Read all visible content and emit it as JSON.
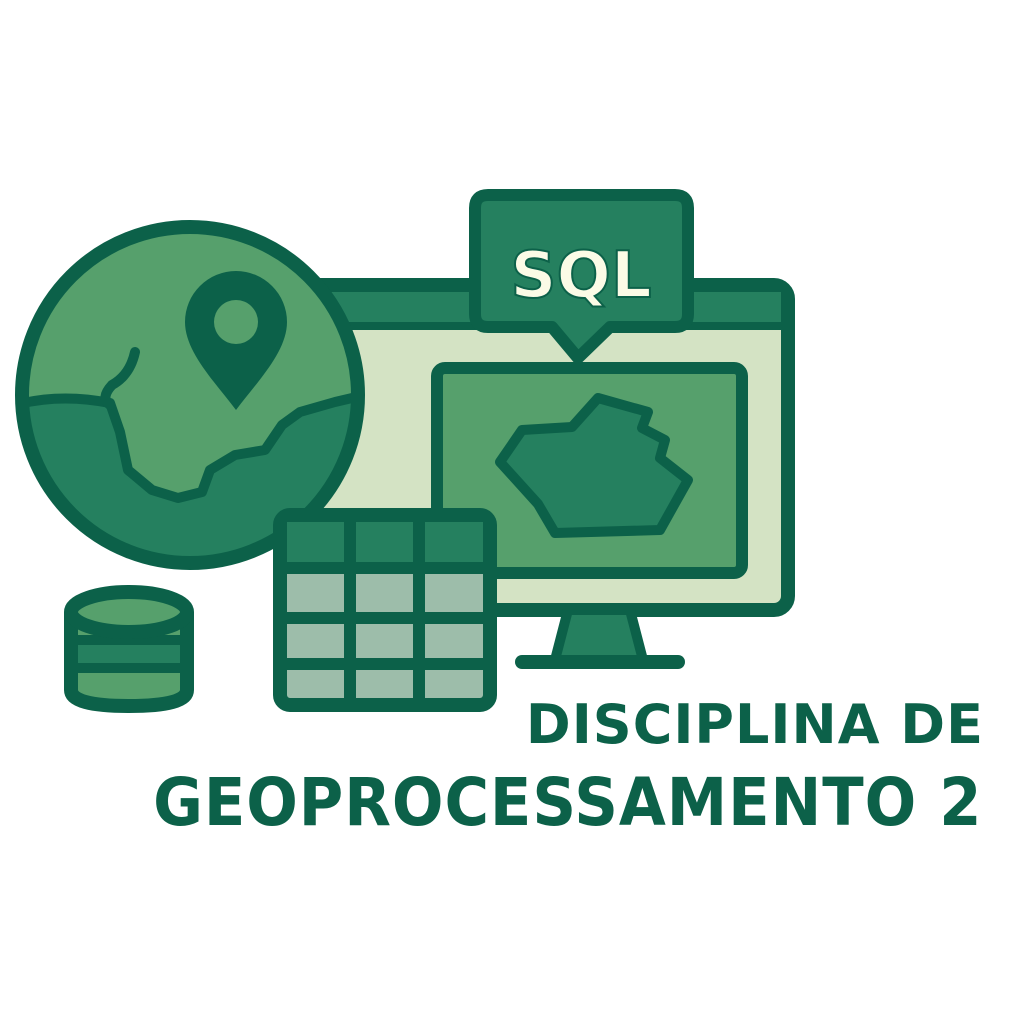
{
  "logo": {
    "sql_label": "SQL",
    "colors": {
      "dark_green": "#0c6149",
      "mid_green": "#25805f",
      "light_green": "#56a06c",
      "pale_green": "#d4e3c4",
      "table_cell": "#9dbdaa",
      "background": "#ffffff"
    },
    "icons": [
      "globe-icon",
      "map-pin-icon",
      "database-icon",
      "monitor-icon",
      "sql-speech-bubble-icon",
      "data-table-icon",
      "polygon-map-icon"
    ]
  },
  "title": {
    "line1": "DISCIPLINA DE",
    "line2": "GEOPROCESSAMENTO 2"
  }
}
